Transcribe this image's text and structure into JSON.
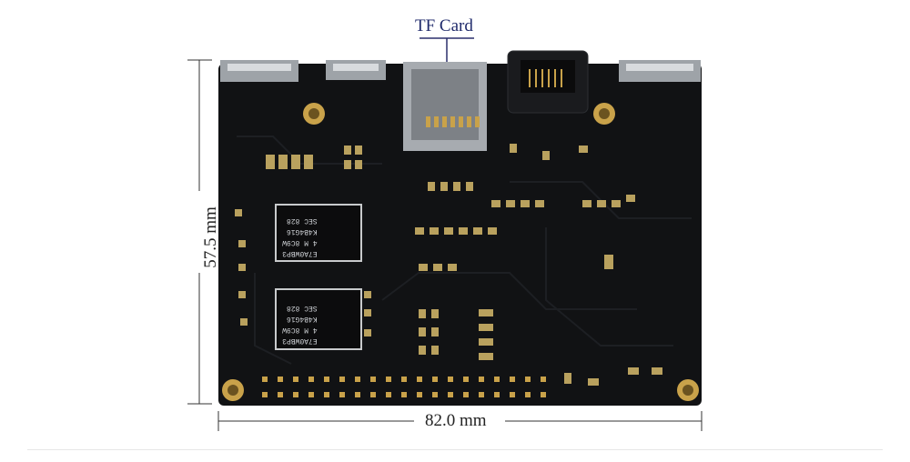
{
  "annotations": {
    "tf_card": "TF Card",
    "height": "57.5 mm",
    "width": "82.0 mm"
  },
  "chip_text": {
    "chip1_lines": [
      "E7A0WBP3",
      "4 M 8C9W",
      "K4B4G16",
      "SEC 828"
    ],
    "chip2_lines": [
      "E7A0WBP3",
      "4 M 8C9W",
      "K4B4G16",
      "SEC 828"
    ]
  },
  "colors": {
    "pcb": "#111214",
    "annotation_line": "#2a2f6b",
    "dimension_line": "#333333",
    "gold": "#c9a24a"
  }
}
